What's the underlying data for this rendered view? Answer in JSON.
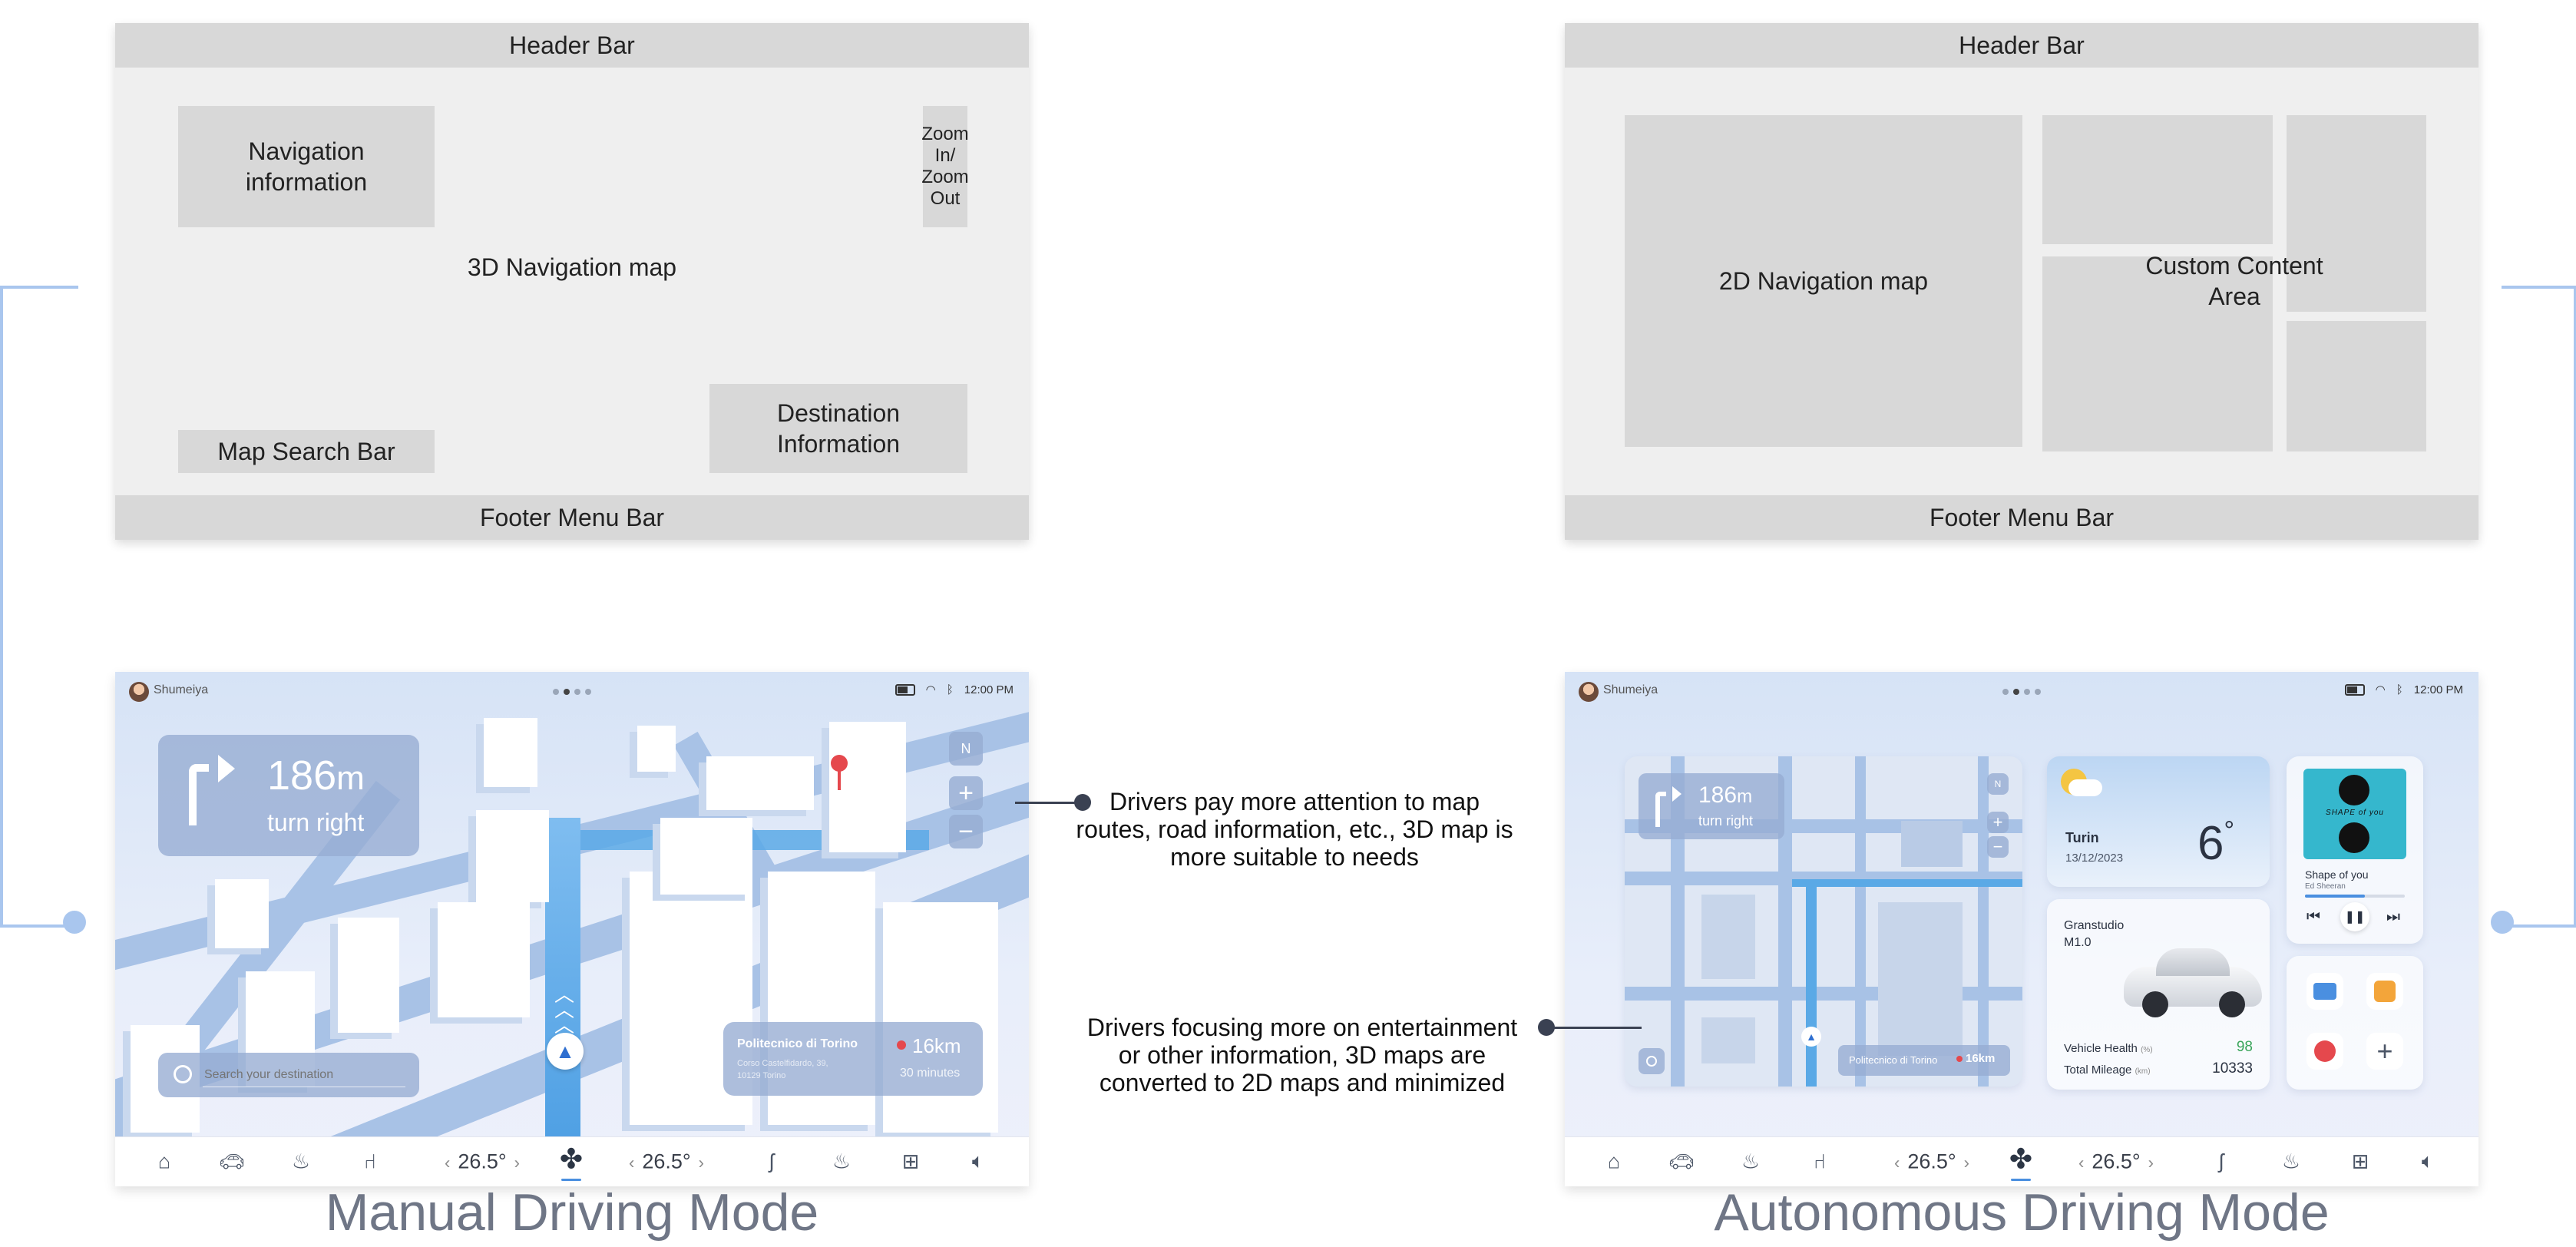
{
  "wireframes": {
    "header": "Header Bar",
    "footer": "Footer Menu Bar",
    "manual": {
      "navigation_info": "Navigation\ninformation",
      "zoom": "Zoom In/\nZoom Out",
      "map": "3D Navigation map",
      "search": "Map Search Bar",
      "destination": "Destination\nInformation"
    },
    "autonomous": {
      "map": "2D Navigation map",
      "custom": "Custom Content\nArea"
    }
  },
  "status": {
    "user": "Shumeiya",
    "time": "12:00 PM",
    "wifi_icon": "wifi-icon",
    "bluetooth_icon": "bluetooth-icon"
  },
  "nav": {
    "distance": "186",
    "unit": "m",
    "instruction": "turn right",
    "compass": "N"
  },
  "search": {
    "placeholder": "Search your destination"
  },
  "destination": {
    "name": "Politecnico di Torino",
    "address1": "Corso Castelfidardo, 39,",
    "address2": "10129 Torino",
    "distance": "16km",
    "duration": "30 minutes"
  },
  "footer": {
    "temp_left": "26.5°",
    "temp_right": "26.5°"
  },
  "weather": {
    "city": "Turin",
    "date": "13/12/2023",
    "temp": "6",
    "deg": "°"
  },
  "vehicle": {
    "name_line1": "Granstudio",
    "name_line2": "M1.0",
    "health_label": "Vehicle Health",
    "health_unit": "(%)",
    "health_value": "98",
    "mileage_label": "Total Mileage",
    "mileage_unit": "(km)",
    "mileage_value": "10333"
  },
  "music": {
    "album_text": "SHAPE of you",
    "title": "Shape of you",
    "artist": "Ed Sheeran",
    "progress": 0.6
  },
  "annotations": {
    "manual": "Drivers pay more attention to map\nroutes, road information, etc., 3D map is\nmore suitable to needs",
    "autonomous": "Drivers focusing more on entertainment\nor other information, 3D maps are\nconverted to 2D maps and minimized"
  },
  "modes": {
    "manual": "Manual Driving Mode",
    "autonomous": "Autonomous Driving Mode"
  },
  "colors": {
    "accent": "#4a8fe0",
    "route": "#5aa9e6",
    "pin": "#e5484d",
    "health_green": "#3aa55b"
  }
}
